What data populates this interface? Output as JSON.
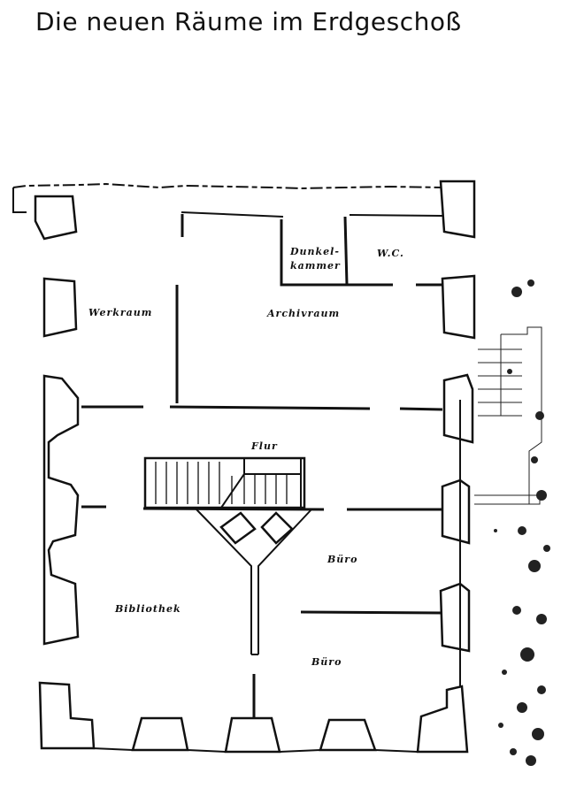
{
  "title": "Die neuen Räume im Erdgeschoß",
  "rooms": {
    "werkraum": "Werkraum",
    "archivraum": "Archivraum",
    "dunkelkammer_1": "Dunkel-",
    "dunkelkammer_2": "kammer",
    "wc": "W.C.",
    "flur": "Flur",
    "buero_upper": "Büro",
    "buero_lower": "Büro",
    "bibliothek": "Bibliothek"
  }
}
